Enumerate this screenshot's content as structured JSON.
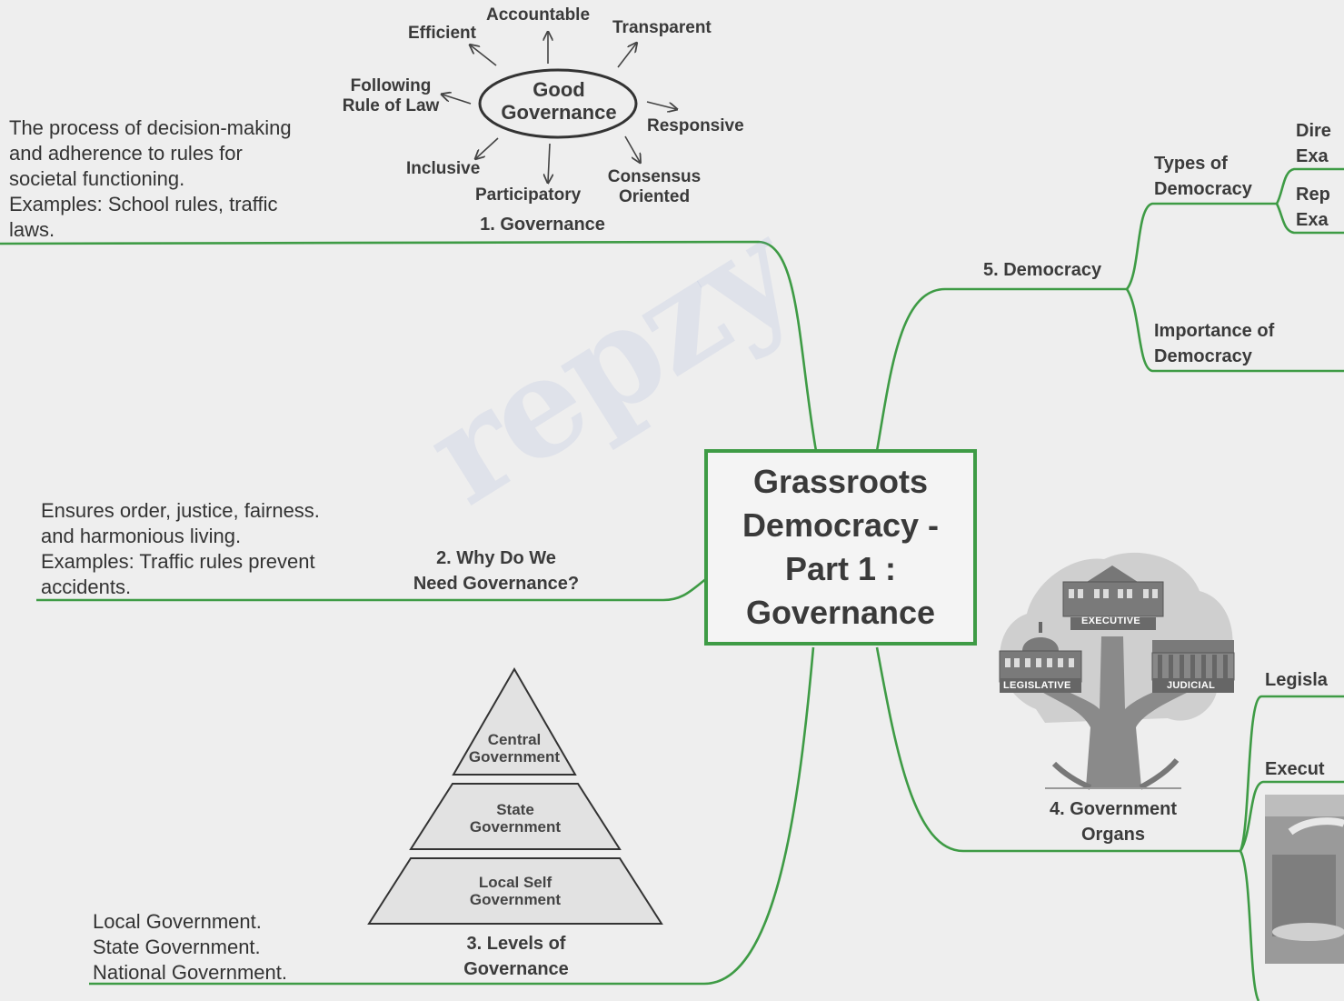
{
  "central": {
    "title": "Grassroots\nDemocracy -\nPart 1 :\nGovernance"
  },
  "watermark": "repzy",
  "colors": {
    "branch": "#3e9b45",
    "text": "#333333",
    "background": "#eeeeee"
  },
  "governance": {
    "title": "1. Governance",
    "description": "The process of decision-making\nand adherence to rules for\nsocietal functioning.\nExamples: School rules, traffic\nlaws.",
    "center": "Good\nGovernance",
    "traits": [
      "Accountable",
      "Transparent",
      "Responsive",
      "Consensus\nOriented",
      "Participatory",
      "Inclusive",
      "Following\nRule of Law",
      "Efficient"
    ]
  },
  "why": {
    "title": "2. Why Do We\nNeed Governance?",
    "description": "Ensures order, justice, fairness.\nand harmonious living.\nExamples: Traffic rules prevent\naccidents."
  },
  "levels": {
    "title": "3. Levels of\nGovernance",
    "pyramid": [
      "Central\nGovernment",
      "State\nGovernment",
      "Local Self\nGovernment"
    ],
    "description": "Local Government.\nState Government.\nNational Government."
  },
  "organs": {
    "title": "4. Government\nOrgans",
    "buildings": [
      "EXECUTIVE",
      "LEGISLATIVE",
      "JUDICIAL"
    ],
    "branches": [
      "Legisla",
      "Execut"
    ]
  },
  "democracy": {
    "title": "5. Democracy",
    "types": "Types of\nDemocracy",
    "type_items": [
      "Dire\nExa",
      "Rep\nExa"
    ],
    "importance": "Importance of\nDemocracy"
  }
}
